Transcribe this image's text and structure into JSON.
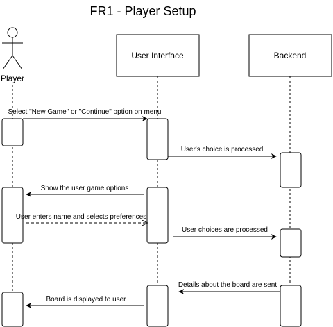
{
  "title": "FR1 - Player Setup",
  "participants": {
    "player": "Player",
    "ui": "User Interface",
    "backend": "Backend"
  },
  "messages": [
    {
      "id": "m1",
      "text": "Select \"New Game\" or \"Continue\" option on menu",
      "from": "player",
      "to": "ui",
      "style": "solid"
    },
    {
      "id": "m2",
      "text": "User's choice is processed",
      "from": "ui",
      "to": "backend",
      "style": "solid"
    },
    {
      "id": "m3",
      "text": "Show the user game options",
      "from": "ui",
      "to": "player",
      "style": "solid"
    },
    {
      "id": "m4",
      "text": "User enters name and selects preferences",
      "from": "player",
      "to": "ui",
      "style": "dashed"
    },
    {
      "id": "m5",
      "text": "User choices are processed",
      "from": "ui",
      "to": "backend",
      "style": "solid"
    },
    {
      "id": "m6",
      "text": "Details about the board are sent",
      "from": "backend",
      "to": "ui",
      "style": "solid"
    },
    {
      "id": "m7",
      "text": "Board is displayed to user",
      "from": "ui",
      "to": "player",
      "style": "solid"
    }
  ],
  "colors": {
    "stroke": "#000000",
    "background": "#ffffff"
  }
}
